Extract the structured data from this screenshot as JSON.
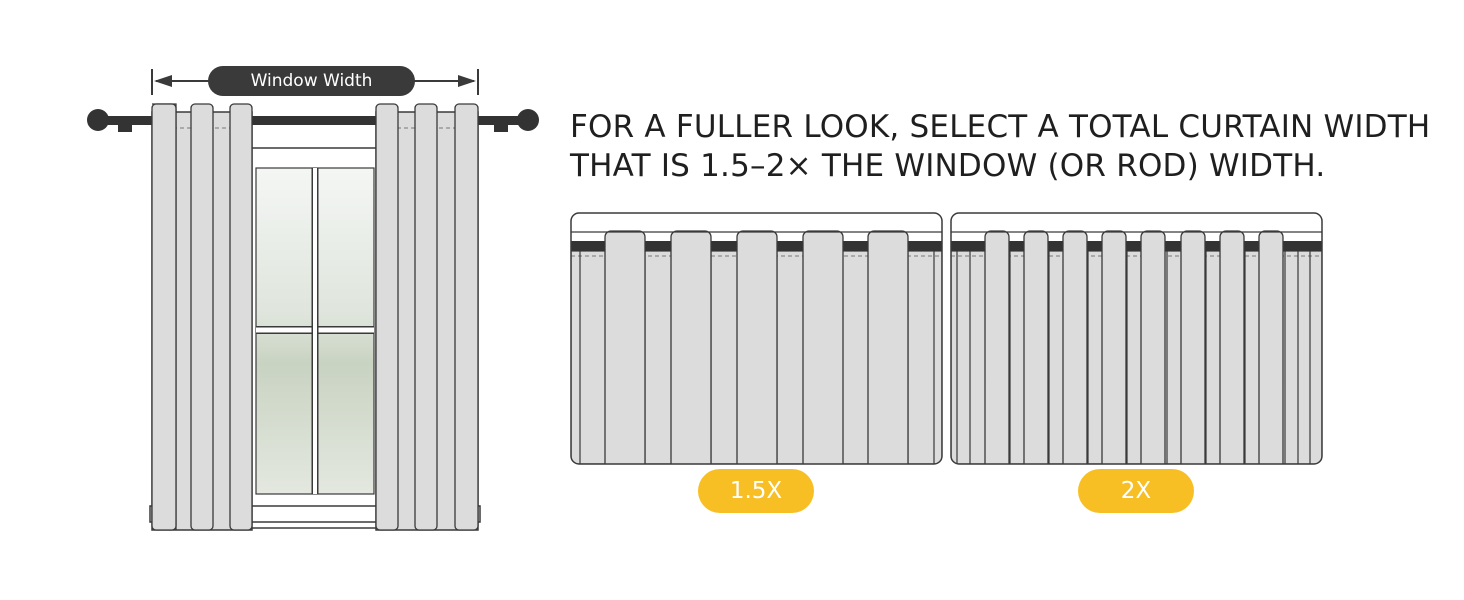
{
  "headline": {
    "line1": "FOR A FULLER LOOK, SELECT A TOTAL CURTAIN WIDTH",
    "line2": "THAT IS 1.5–2× THE WINDOW (OR ROD) WIDTH."
  },
  "window_width_label": "Window Width",
  "examples": [
    {
      "label": "1.5X"
    },
    {
      "label": "2X"
    }
  ],
  "colors": {
    "curtain_fill": "#dcdcdc",
    "outline": "#3a3a3a",
    "rod": "#333333",
    "highlight": "#f8bf24",
    "text": "#1f1f1f"
  }
}
